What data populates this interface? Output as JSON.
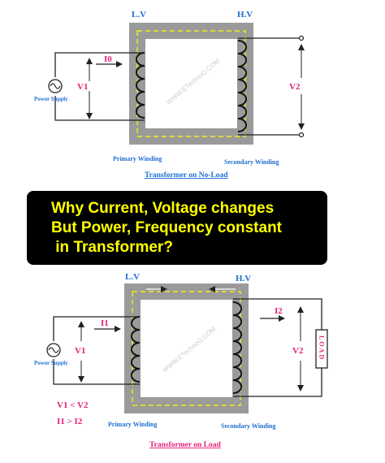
{
  "diagram1": {
    "lv_label": "L.V",
    "hv_label": "H.V",
    "current_label": "I0",
    "v1_label": "V1",
    "v2_label": "V2",
    "power_supply_label": "Power Supply",
    "primary_label": "Primary Winding",
    "secondary_label": "Secondary Winding",
    "watermark": "WWW.ETechnoG.COM",
    "caption": "Transformer on No-Load"
  },
  "banner": {
    "lines": [
      "Why Current, Voltage changes",
      "But Power, Frequency constant",
      " in Transformer?"
    ]
  },
  "diagram2": {
    "lv_label": "L.V",
    "hv_label": "H.V",
    "i1_label": "I1",
    "i2_label": "I2",
    "v1_label": "V1",
    "v2_label": "V2",
    "load_label": "LOAD",
    "power_supply_label": "Power Supply",
    "primary_label": "Primary Winding",
    "secondary_label": "Secondary Winding",
    "relation_v": "V1 < V2",
    "relation_i": "I1 > I2",
    "watermark": "WWW.ETechnoG.COM",
    "caption": "Transformer on Load"
  },
  "colors": {
    "label_red": "#e8207a",
    "label_blue": "#1f6fd1",
    "core_grey": "#9a9a9a",
    "flux_yellow": "#ffff00",
    "banner_bg": "#000000",
    "banner_text": "#ffff00"
  }
}
